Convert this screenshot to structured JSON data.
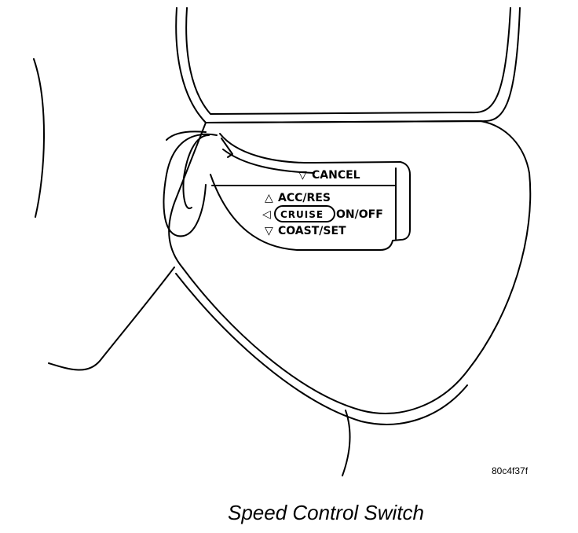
{
  "labels": {
    "cancel": "CANCEL",
    "acc_res": "ACC/RES",
    "cruise": "CRUISE",
    "on_off": "ON/OFF",
    "coast_set": "COAST/SET"
  },
  "symbols": {
    "cancel_arrow": "▽",
    "acc_arrow": "△",
    "cruise_arrow": "◁",
    "coast_arrow": "▽"
  },
  "reference_code": "80c4f37f",
  "caption": "Speed Control Switch"
}
